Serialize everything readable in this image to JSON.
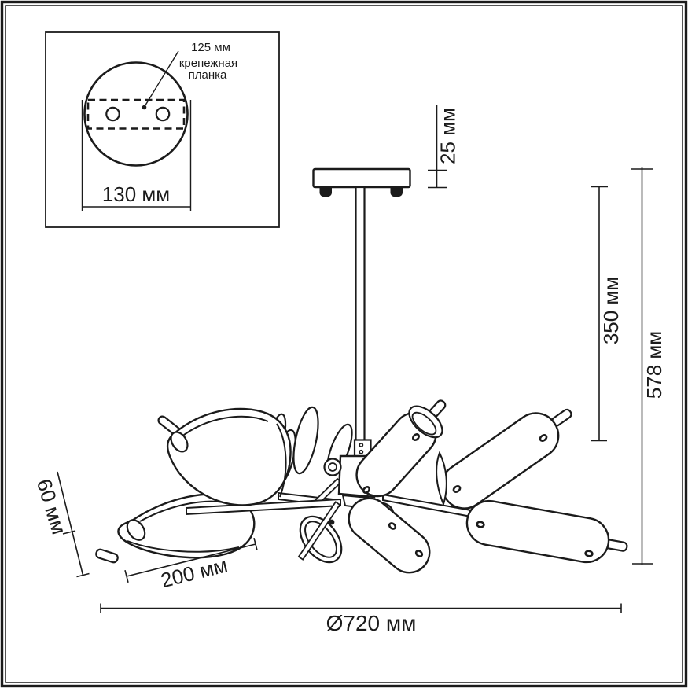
{
  "meta": {
    "title": "chandelier-dimension-drawing",
    "background_color": "#ffffff",
    "ink_color": "#1b1b1b"
  },
  "inset": {
    "dim_bracket_offset": "125 мм",
    "bracket_label_line1": "крепежная",
    "bracket_label_line2": "планка",
    "dim_plate_width": "130 мм"
  },
  "dimensions": {
    "canopy_height": "25 мм",
    "rod_length": "350 мм",
    "total_height": "578 мм",
    "shade_height": "60 мм",
    "shade_length": "200 мм",
    "diameter": "Ø720 мм"
  }
}
